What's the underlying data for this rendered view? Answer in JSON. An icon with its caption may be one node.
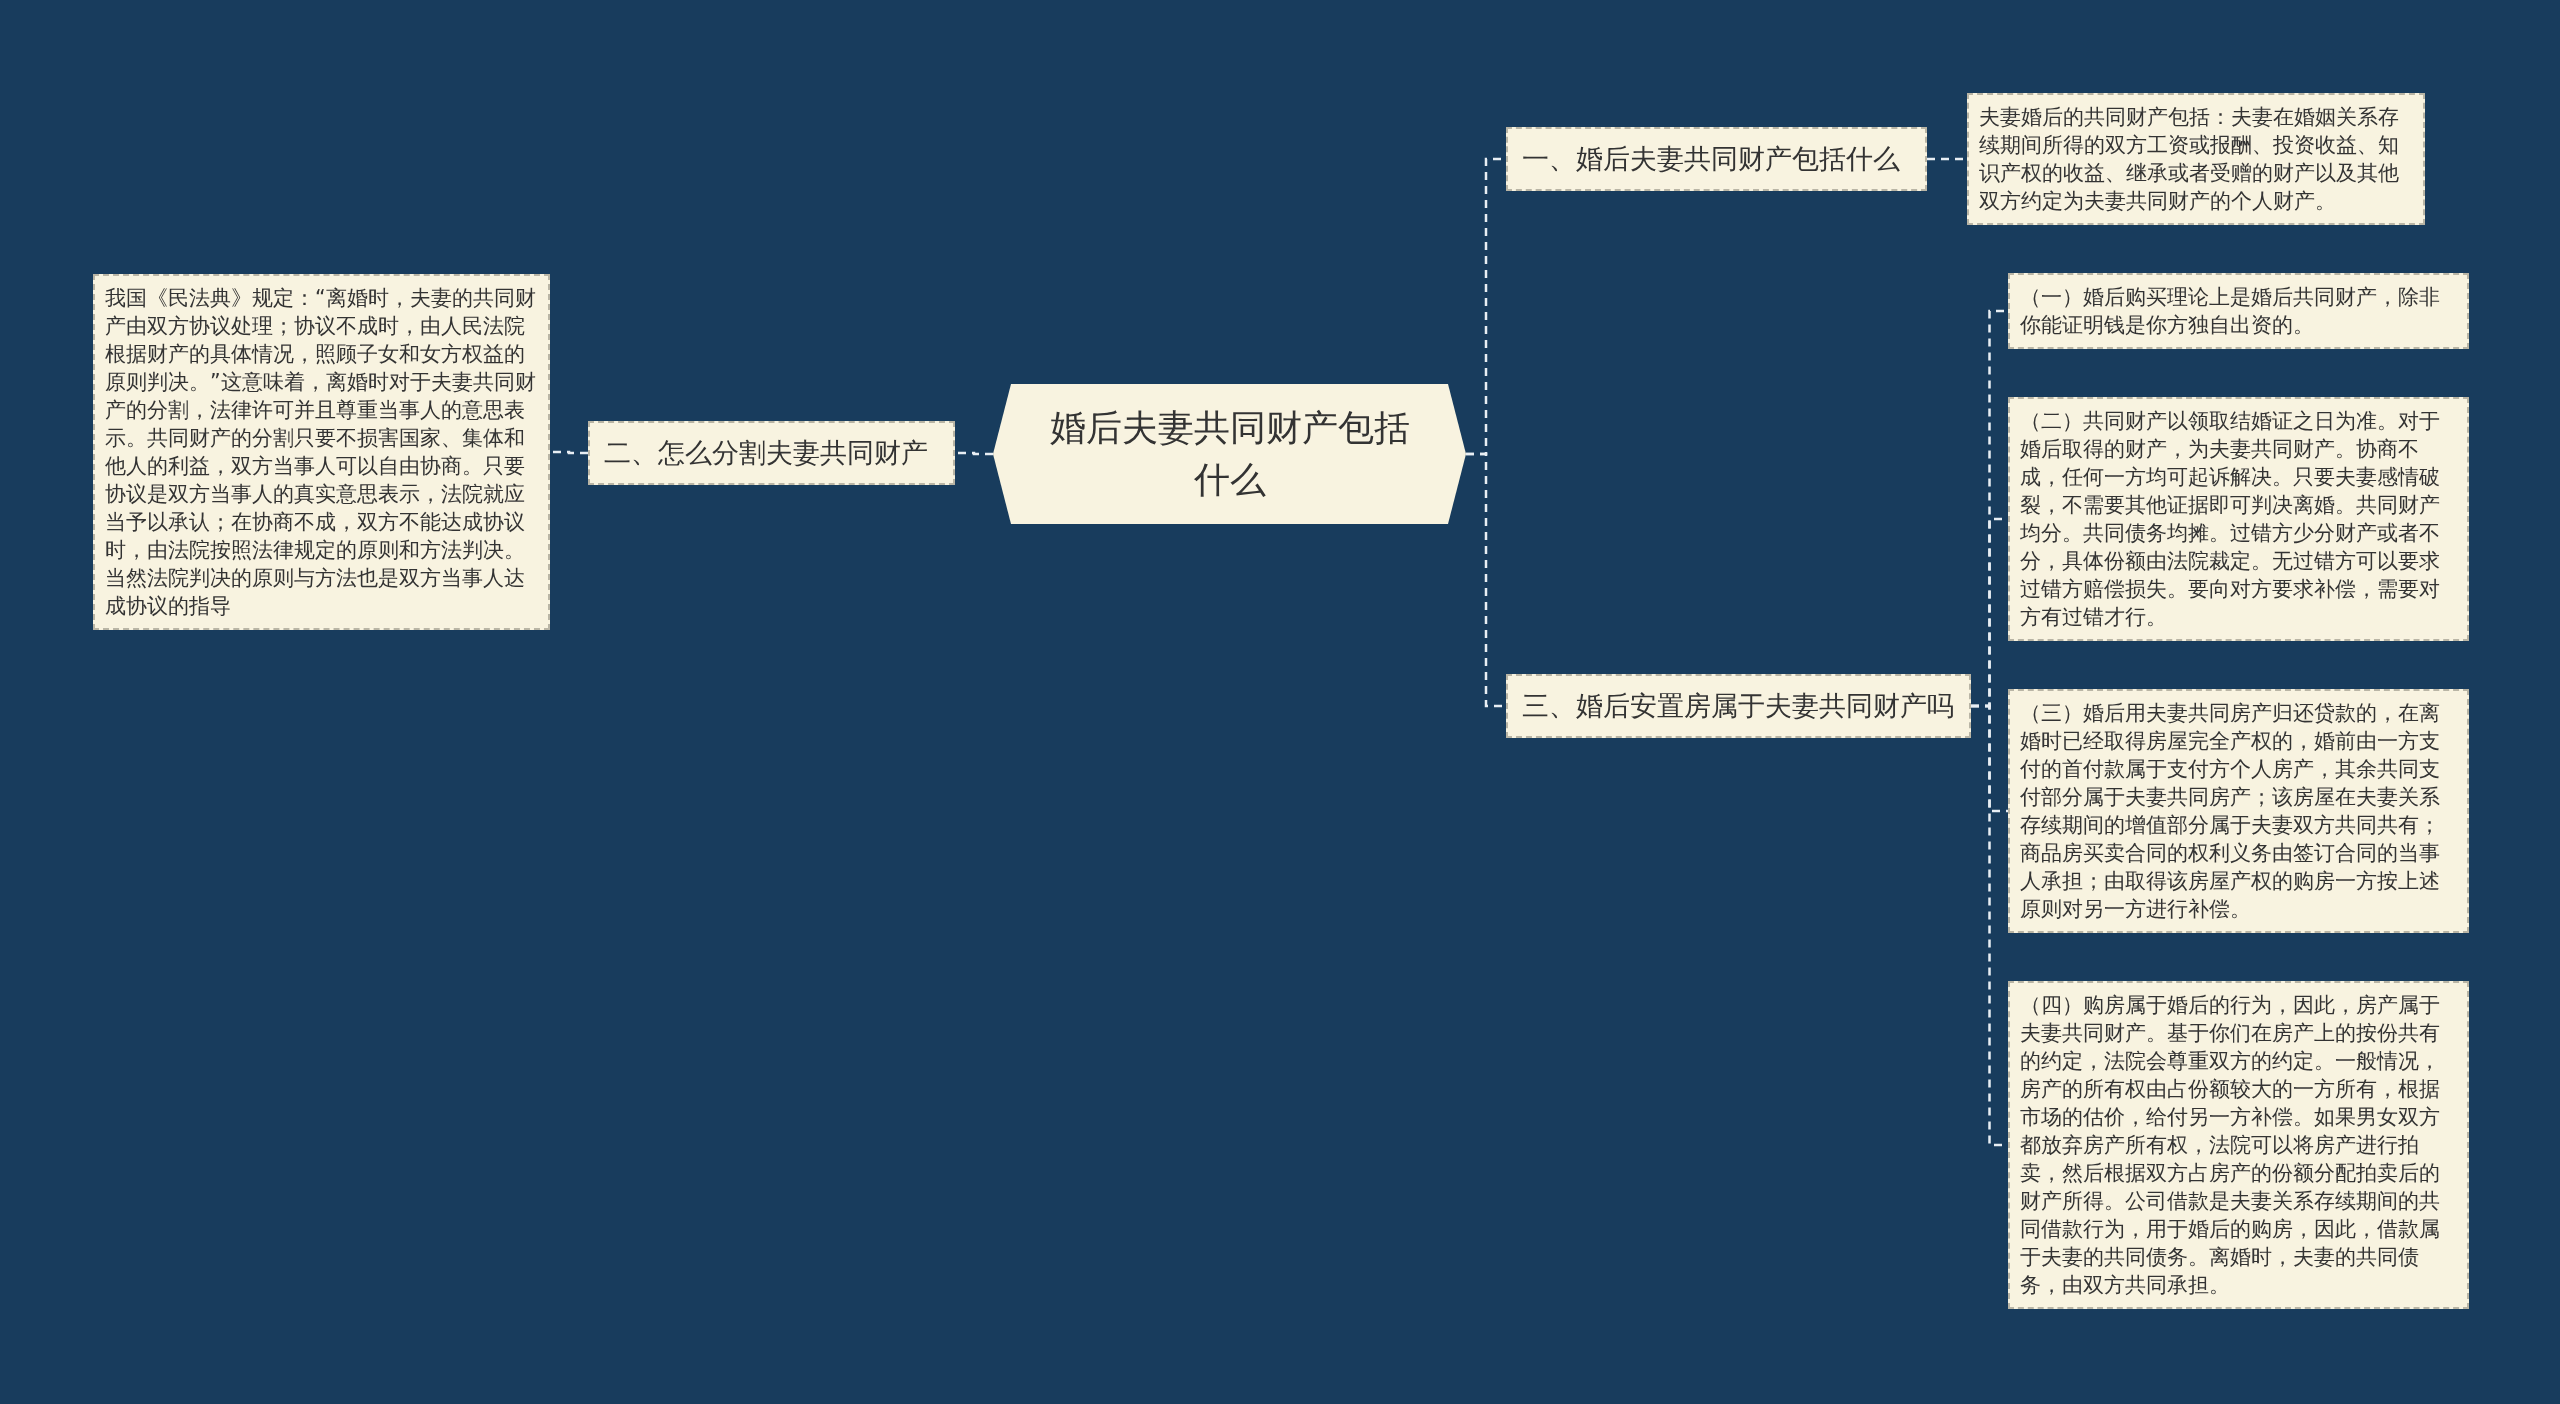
{
  "diagram": {
    "nodes": [
      {
        "text": [
          "婚后夫妻共同财产包括什么"
        ]
      },
      {
        "text": [
          "二、怎么分割夫妻共同财产"
        ]
      },
      {
        "text": [
          "我国《民法典》规定：“离婚时，夫妻的共同财产由双方协议处理；协议不成时，由人民法院根据财产的具体情况，照顾子女和女方权益的原则判决。”这意味着，离婚时对于夫妻共同财产的分割，法律许可并且尊重当事人的意思表示。共同财产的分割只要不损害国家、集体和他人的利益，双方当事人可以自由协商。只要协议是双方当事人的真实意思表示，法院就应当予以承认；在协商不成，双方不能达成协议时，由法院按照法律规定的原则和方法判决。当然法院判决的原则与方法也是双方当事人达成协议的指导"
        ]
      },
      {
        "text": [
          "一、婚后夫妻共同财产包括什么"
        ]
      },
      {
        "text": [
          "夫妻婚后的共同财产包括：夫妻在婚姻关系存续期间所得的双方工资或报酬、投资收益、知识产权的收益、继承或者受赠的财产以及其他双方约定为夫妻共同财产的个人财产。"
        ]
      },
      {
        "text": [
          "三、婚后安置房属于夫妻共同财产吗"
        ]
      },
      {
        "text": [
          "（一）婚后购买理论上是婚后共同财产，除非你能证明钱是你方独自出资的。"
        ]
      },
      {
        "text": [
          "（二）共同财产以领取结婚证之日为准。对于婚后取得的财产，为夫妻共同财产。协商不成，任何一方均可起诉解决。只要夫妻感情破裂，不需要其他证据即可判决离婚。共同财产均分。共同债务均摊。过错方少分财产或者不分，具体份额由法院裁定。无过错方可以要求过错方赔偿损失。要向对方要求补偿，需要对方有过错才行。"
        ]
      },
      {
        "text": [
          "（三）婚后用夫妻共同房产归还贷款的，在离婚时已经取得房屋完全产权的，婚前由一方支付的首付款属于支付方个人房产，其余共同支付部分属于夫妻共同房产；该房屋在夫妻关系存续期间的增值部分属于夫妻双方共同共有；商品房买卖合同的权利义务由签订合同的当事人承担；由取得该房屋产权的购房一方按上述原则对另一方进行补偿。"
        ]
      },
      {
        "text": [
          "（四）购房属于婚后的行为，因此，房产属于夫妻共同财产。基于你们在房产上的按份共有的约定，法院会尊重双方的约定。一般情况，房产的所有权由占份额较大的一方所有，根据市场的估价，给付另一方补偿。如果男女双方都放弃房产所有权，法院可以将房产进行拍卖，然后根据双方占房产的份额分配拍卖后的财产所得。公司借款是夫妻关系存续期间的共同借款行为，用于婚后的购房，因此，借款属于夫妻的共同债务。离婚时，夫妻的共同债务，由双方共同承担。"
        ]
      }
    ],
    "edges": [
      {
        "from": 0,
        "to": 1,
        "arrow": "none"
      },
      {
        "from": 1,
        "to": 2,
        "arrow": "none"
      },
      {
        "from": 0,
        "to": 3,
        "arrow": "none"
      },
      {
        "from": 3,
        "to": 4,
        "arrow": "none"
      },
      {
        "from": 0,
        "to": 5,
        "arrow": "none"
      },
      {
        "from": 5,
        "to": 6,
        "arrow": "none"
      },
      {
        "from": 5,
        "to": 7,
        "arrow": "none"
      },
      {
        "from": 5,
        "to": 8,
        "arrow": "none"
      },
      {
        "from": 5,
        "to": 9,
        "arrow": "none"
      }
    ]
  }
}
